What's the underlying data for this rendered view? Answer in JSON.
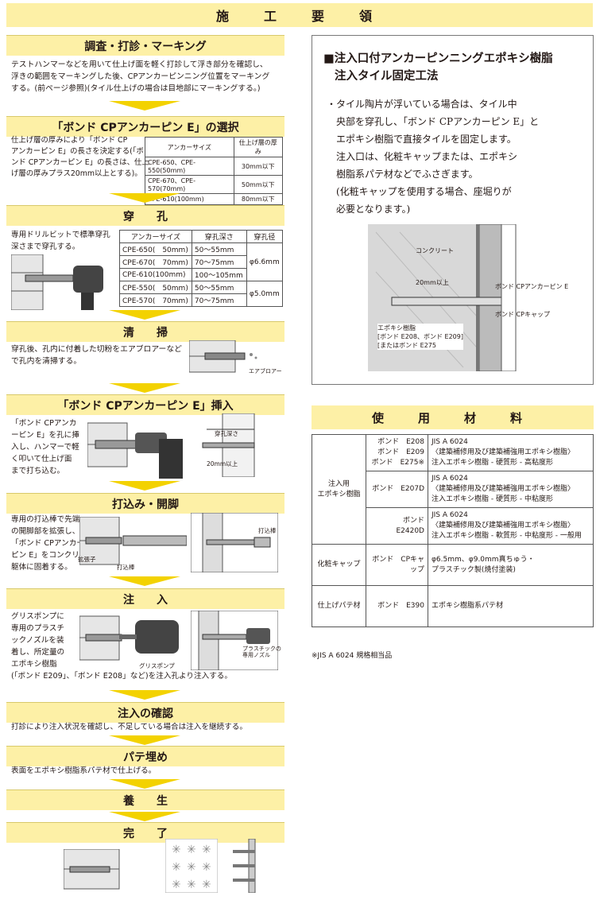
{
  "page_title": "施　工　要　領",
  "steps": [
    {
      "title": "調査・打診・マーキング",
      "text": [
        "テストハンマーなどを用いて仕上げ面を軽く打診して浮き部分を確認し、",
        "浮きの範囲をマーキングした後、CPアンカーピンニング位置をマーキング",
        "する。(前ページ参照)(タイル仕上げの場合は目地部にマーキングする。)"
      ]
    },
    {
      "title": "「ボンド CPアンカーピン E」の選択",
      "text": [
        "仕上げ層の厚みにより「ボンド CP",
        "アンカーピン E」の長さを決定する(「ボ",
        "ンド CPアンカーピン E」の長さは、仕上",
        "げ層の厚みプラス20mm以上とする)。"
      ]
    },
    {
      "title": "穿　　孔",
      "text": [
        "専用ドリルビットで標準穿孔",
        "深さまで穿孔する。"
      ]
    },
    {
      "title": "清　　掃",
      "text": [
        "穿孔後、孔内に付着した切粉をエアブロアーなど",
        "で孔内を清掃する。"
      ],
      "label": "エアブロアー"
    },
    {
      "title": "「ボンド CPアンカーピン E」挿入",
      "text": [
        "「ボンド CPアンカ",
        "ーピン E」を孔に挿",
        "入し、ハンマーで軽",
        "く叩いて仕上げ面",
        "まで打ち込む。"
      ],
      "labels": [
        "穿孔深さ",
        "20mm以上"
      ]
    },
    {
      "title": "打込み・開脚",
      "text": [
        "専用の打込棒で先端",
        "の開脚部を拡張し、",
        "「ボンド CPアンカー",
        "ピン E」をコンクリート",
        "躯体に固着する。"
      ],
      "labels": [
        "拡張子",
        "打込棒",
        "打込棒"
      ]
    },
    {
      "title": "注　　入",
      "text": [
        "グリスポンプに",
        "専用のプラスチ",
        "ックノズルを装",
        "着し、所定量の",
        "エポキシ樹脂"
      ],
      "text_full": "(「ボンド E209」、「ボンド E208」など)を注入孔より注入する。",
      "labels": [
        "グリスポンプ",
        "プラスチックの",
        "専用ノズル"
      ]
    },
    {
      "title": "注入の確認",
      "text": [
        "打診により注入状況を確認し、不足している場合は注入を継続する。"
      ]
    },
    {
      "title": "パテ埋め",
      "text": [
        "表面をエポキシ樹脂系パテ材で仕上げる。"
      ]
    },
    {
      "title": "養　　生",
      "text": []
    },
    {
      "title": "完　　了",
      "text": []
    }
  ],
  "anchor_select_table": {
    "headers": [
      "アンカーサイズ",
      "仕上げ層の厚み"
    ],
    "rows": [
      [
        "CPE-650、CPE-550(50mm)",
        "30mm以下"
      ],
      [
        "CPE-670、CPE-570(70mm)",
        "50mm以下"
      ],
      [
        "CPE-610(100mm)",
        "80mm以下"
      ]
    ]
  },
  "drill_table": {
    "headers": [
      "アンカーサイズ",
      "穿孔深さ",
      "穿孔径"
    ],
    "rows": [
      [
        "CPE-650(　50mm)",
        "50～55mm"
      ],
      [
        "CPE-670(　70mm)",
        "70～75mm"
      ],
      [
        "CPE-610(100mm)",
        "100～105mm"
      ],
      [
        "CPE-550(　50mm)",
        "50～55mm"
      ],
      [
        "CPE-570(　70mm)",
        "70～75mm"
      ]
    ],
    "diameters": [
      "φ6.6mm",
      "φ5.0mm"
    ]
  },
  "method": {
    "title_line1": "■注入口付アンカーピンニングエポキシ樹脂",
    "title_line2": "注入タイル固定工法",
    "body": [
      "・タイル陶片が浮いている場合は、タイル中",
      "央部を穿孔し、「ボンド CPアンカーピン E」と",
      "エポキシ樹脂で直接タイルを固定します。",
      "注入口は、化粧キャップまたは、エポキシ",
      "樹脂系パテ材などでふさぎます。",
      "(化粧キャップを使用する場合、座堀りが",
      "必要となります。)"
    ],
    "diagram_labels": {
      "concrete": "コンクリート",
      "depth": "20mm以上",
      "anchor": "ボンド CPアンカーピン E",
      "cap": "ボンド CPキャップ",
      "resin": [
        "エポキシ樹脂",
        "[ボンド E208、ボンド E209]",
        "[またはボンド E275"
      ]
    }
  },
  "materials": {
    "title": "使　用　材　料",
    "rows": [
      {
        "category": [
          "注入用",
          "エポキシ樹脂"
        ],
        "product": [
          "ボンド　E208",
          "ボンド　E209",
          "ボンド　E275※"
        ],
        "spec": [
          "JIS A 6024",
          "〈建築補修用及び建築補強用エポキシ樹脂〉",
          "注入エポキシ樹脂 - 硬質形 - 高粘度形"
        ]
      },
      {
        "category": [],
        "product": [
          "ボンド　E207D"
        ],
        "spec": [
          "JIS A 6024",
          "〈建築補修用及び建築補強用エポキシ樹脂〉",
          "注入エポキシ樹脂 - 硬質形 - 中粘度形"
        ]
      },
      {
        "category": [],
        "product": [
          "ボンド　E2420D"
        ],
        "spec": [
          "JIS A 6024",
          "〈建築補修用及び建築補強用エポキシ樹脂〉",
          "注入エポキシ樹脂 - 軟質形 - 中粘度形 - 一般用"
        ]
      },
      {
        "category": [
          "化粧キャップ"
        ],
        "product": [
          "ボンド　CPキャップ"
        ],
        "spec": [
          "φ6.5mm、φ9.0mm真ちゅう・",
          "プラスチック製(焼付塗装)"
        ]
      },
      {
        "category": [
          "仕上げパテ材"
        ],
        "product": [
          "ボンド　E390"
        ],
        "spec": [
          "エポキシ樹脂系パテ材"
        ]
      }
    ],
    "note": "※JIS A 6024 規格相当品"
  }
}
